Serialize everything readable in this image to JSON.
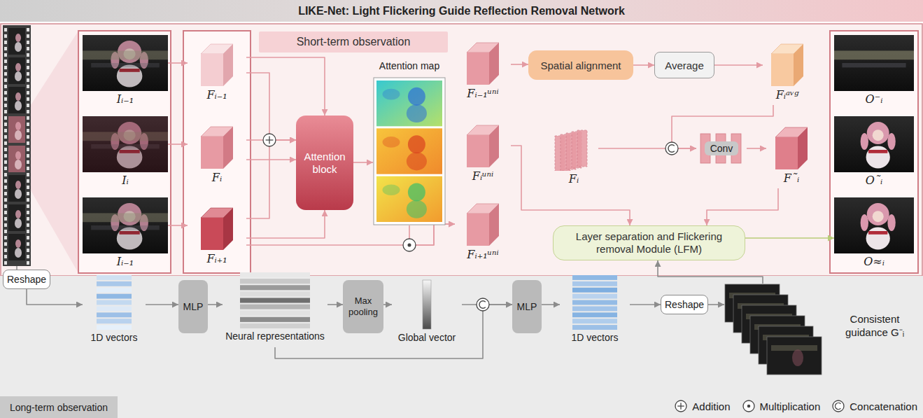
{
  "diagram": {
    "title": "LIKE-Net: Light Flickering Guide Reflection Removal Network",
    "nodes": [
      {
        "text": [
          "Short-term observation"
        ]
      },
      {
        "text": [
          "Iᵢ₋₁"
        ]
      },
      {
        "text": [
          "Iᵢ"
        ]
      },
      {
        "text": [
          "Iᵢ₋₁"
        ]
      },
      {
        "text": [
          "Fᵢ₋₁"
        ]
      },
      {
        "text": [
          "Fᵢ"
        ]
      },
      {
        "text": [
          "Fᵢ₊₁"
        ]
      },
      {
        "text": [
          "Attention block"
        ]
      },
      {
        "text": [
          "Attention map"
        ]
      },
      {
        "text": [
          "Fᵢ₋₁ᵘⁿⁱ"
        ]
      },
      {
        "text": [
          "Fᵢᵘⁿⁱ"
        ]
      },
      {
        "text": [
          "Fᵢ₊₁ᵘⁿⁱ"
        ]
      },
      {
        "text": [
          "Spatial alignment"
        ]
      },
      {
        "text": [
          "Average"
        ]
      },
      {
        "text": [
          "Fᵢᵃᵛᵍ"
        ]
      },
      {
        "text": [
          "Fᵢ"
        ]
      },
      {
        "text": [
          "Conv"
        ]
      },
      {
        "text": [
          "F˜ᵢ"
        ]
      },
      {
        "text": [
          "Layer separation and Flickering removal Module (LFM)"
        ]
      },
      {
        "text": [
          "O⁻ᵢ"
        ]
      },
      {
        "text": [
          "O˜ᵢ"
        ]
      },
      {
        "text": [
          "O≈ᵢ"
        ]
      },
      {
        "text": [
          "Reshape"
        ]
      },
      {
        "text": [
          "1D vectors"
        ]
      },
      {
        "text": [
          "MLP"
        ]
      },
      {
        "text": [
          "Neural representations"
        ]
      },
      {
        "text": [
          "Max pooling"
        ]
      },
      {
        "text": [
          "Global vector"
        ]
      },
      {
        "text": [
          "MLP"
        ]
      },
      {
        "text": [
          "1D vectors"
        ]
      },
      {
        "text": [
          "Reshape"
        ]
      },
      {
        "text": [
          "Consistent guidance G⁻ᵢ"
        ]
      },
      {
        "text": [
          "Long-term observation"
        ]
      }
    ],
    "edges": [
      {
        "from": 1,
        "to": 4,
        "arrow": "to"
      },
      {
        "from": 2,
        "to": 5,
        "arrow": "to"
      },
      {
        "from": 3,
        "to": 6,
        "arrow": "to"
      },
      {
        "from": 4,
        "to": 7,
        "arrow": "to"
      },
      {
        "from": 4,
        "to": 7,
        "arrow": "to"
      },
      {
        "from": 5,
        "to": 7,
        "arrow": "to"
      },
      {
        "from": 5,
        "to": 7,
        "arrow": "to"
      },
      {
        "from": 6,
        "to": 7,
        "arrow": "to"
      },
      {
        "from": 6,
        "to": 7,
        "arrow": "to"
      },
      {
        "from": 7,
        "to": 8,
        "arrow": "to"
      },
      {
        "from": 8,
        "to": 11,
        "arrow": "to"
      },
      {
        "from": 6,
        "to": 11,
        "arrow": "to"
      },
      {
        "from": 9,
        "to": 12,
        "arrow": "to"
      },
      {
        "from": 12,
        "to": 13,
        "arrow": "to"
      },
      {
        "from": 13,
        "to": 14,
        "arrow": "to"
      },
      {
        "from": 14,
        "to": 16,
        "arrow": "to"
      },
      {
        "from": 15,
        "to": 16,
        "arrow": "to"
      },
      {
        "from": 16,
        "to": 17,
        "arrow": "to"
      },
      {
        "from": 17,
        "to": 18,
        "arrow": "to"
      },
      {
        "from": 10,
        "to": 18,
        "arrow": "to"
      },
      {
        "from": 18,
        "to": 21,
        "arrow": "to"
      },
      {
        "from": 22,
        "to": 23,
        "arrow": "to"
      },
      {
        "from": 23,
        "to": 24,
        "arrow": "to"
      },
      {
        "from": 24,
        "to": 25,
        "arrow": "to"
      },
      {
        "from": 25,
        "to": 26,
        "arrow": "to"
      },
      {
        "from": 26,
        "to": 27,
        "arrow": "to"
      },
      {
        "from": 27,
        "to": 28,
        "arrow": "to"
      },
      {
        "from": 25,
        "to": 28,
        "arrow": "to"
      },
      {
        "from": 28,
        "to": 29,
        "arrow": "to"
      },
      {
        "from": 29,
        "to": 30,
        "arrow": "to"
      },
      {
        "from": 30,
        "to": 31,
        "arrow": "to"
      },
      {
        "from": 31,
        "to": 18,
        "arrow": "to"
      }
    ],
    "legend": [
      {
        "text": "Addition"
      },
      {
        "text": "Multiplication"
      },
      {
        "text": "Concatenation"
      }
    ]
  }
}
